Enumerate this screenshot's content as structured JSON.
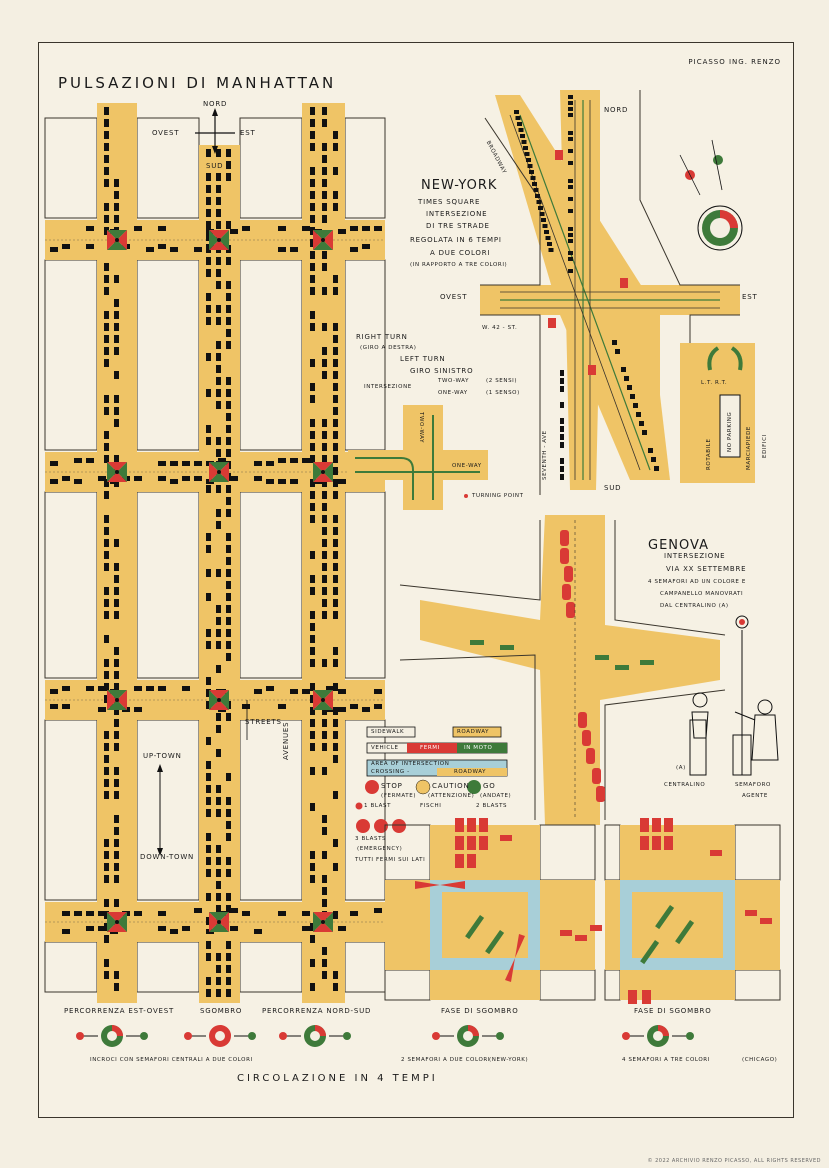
{
  "title": "PULSAZIONI DI MANHATTAN",
  "author": "PICASSO ING. RENZO",
  "copyright": "© 2022 ARCHIVIO RENZO PICASSO, ALL RIGHTS RESERVED",
  "manhattan": {
    "compass": {
      "n": "NORD",
      "s": "SUD",
      "w": "OVEST",
      "e": "EST"
    },
    "streets": "STREETS",
    "avenues": "AVENUES",
    "uptown": "UP-TOWN",
    "downtown": "DOWN-TOWN",
    "phase_labels": [
      "PERCORRENZA EST-OVEST",
      "SGOMBRO",
      "PERCORRENZA NORD-SUD"
    ],
    "caption": "INCROCI CON SEMAFORI CENTRALI A DUE COLORI",
    "footer": "CIRCOLAZIONE IN 4 TEMPI"
  },
  "newyork": {
    "title": "NEW-YORK",
    "lines": [
      "TIMES SQUARE",
      "INTERSEZIONE",
      "DI TRE STRADE",
      "REGOLATA IN 6 TEMPI",
      "A DUE COLORI",
      "(IN RAPPORTO A TRE COLORI)"
    ],
    "nord": "NORD",
    "ovest": "OVEST",
    "est": "EST",
    "sud": "SUD",
    "broadway": "BROADWAY",
    "w42": "W. 42 - ST.",
    "seventh": "SEVENTH - AVE"
  },
  "turns": {
    "right": "RIGHT TURN",
    "right_sub": "(GIRO A DESTRA)",
    "left": "LEFT TURN",
    "left_sub": "GIRO SINISTRO",
    "inter": "INTERSEZIONE",
    "two": "TWO-WAY",
    "two_sub": "(2 SENSI)",
    "one": "ONE-WAY",
    "one_sub": "(1 SENSO)",
    "two_way_tag": "TWO-WAY",
    "one_way_tag": "ONE-WAY",
    "turning_point": "TURNING POINT"
  },
  "parking": {
    "rt": "L.T. R.T.",
    "no_parking": "NO PARKING",
    "rotabile": "ROTABILE",
    "marciapiede": "MARCIAPIEDE",
    "edifici": "EDIFICI"
  },
  "genova": {
    "title": "GENOVA",
    "lines": [
      "INTERSEZIONE",
      "VIA XX SETTEMBRE",
      "4 SEMAFORI AD UN COLORE E",
      "CAMPANELLO MANOVRATI",
      "DAL CENTRALINO (A)"
    ],
    "tag_a": "(A)",
    "centralino": "CENTRALINO",
    "semaforo": "SEMAFORO",
    "agente": "AGENTE"
  },
  "legend": {
    "sidewalk": "SIDEWALK",
    "roadway": "ROADWAY",
    "vehicle": "VEHICLE",
    "fermi": "FERMI",
    "in_moto": "IN MOTO",
    "area1": "AREA OF INTERSECTION",
    "crossing": "CROSSING -",
    "roadway2": "ROADWAY",
    "stop": "STOP",
    "stop_sub": "(FERMATE)",
    "caution": "CAUTION",
    "caution_sub": "(ATTENZIONE)",
    "go": "GO",
    "go_sub": "(ANDATE)",
    "blast1": "1 BLAST",
    "fischi": "FISCHI",
    "blast2": "2 BLASTS",
    "blast3": "3 BLASTS",
    "emergency": "(EMERGENCY)",
    "tutti": "TUTTI FERMI SUI LATI"
  },
  "bottom": {
    "fase1": "FASE DI SGOMBRO",
    "fase2": "FASE DI SGOMBRO",
    "cap1": "2 SEMAFORI A DUE COLORI",
    "cap1b": "(NEW-YORK)",
    "cap2": "4 SEMAFORI A TRE COLORI",
    "cap2b": "(CHICAGO)"
  },
  "colors": {
    "paper": "#f4efe2",
    "road": "#efc466",
    "red": "#d93a35",
    "green": "#3e7a3a",
    "blue": "#a8cfd8",
    "ink": "#1a1a1a"
  }
}
